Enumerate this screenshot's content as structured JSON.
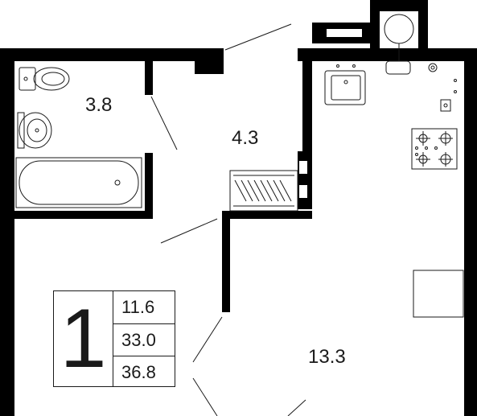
{
  "rooms": [
    {
      "id": "bathroom",
      "area": "3.8"
    },
    {
      "id": "hallway",
      "area": "4.3"
    },
    {
      "id": "living-kitchen",
      "area": "13.3"
    }
  ],
  "legend": {
    "room_count": "1",
    "living_area": "11.6",
    "area_without_balcony": "33.0",
    "total_area": "36.8"
  },
  "colors": {
    "wall": "#000000",
    "line": "#1a1a1a",
    "background": "#ffffff"
  }
}
